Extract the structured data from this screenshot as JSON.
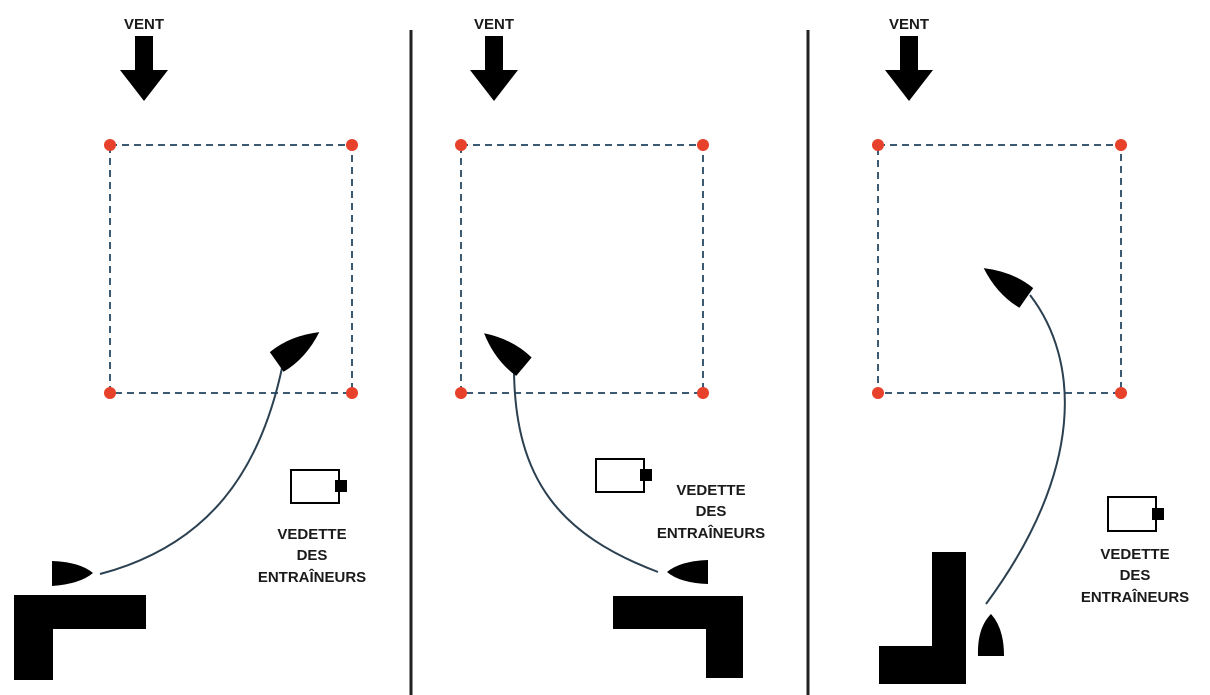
{
  "panels": [
    {
      "id": "left",
      "wind_label": "VENT",
      "coach_boat_label": [
        "VEDETTE",
        "DES",
        "ENTRAÎNEURS"
      ]
    },
    {
      "id": "middle",
      "wind_label": "VENT",
      "coach_boat_label": [
        "VEDETTE",
        "DES",
        "ENTRAÎNEURS"
      ]
    },
    {
      "id": "right",
      "wind_label": "VENT",
      "coach_boat_label": [
        "VEDETTE",
        "DES",
        "ENTRAÎNEURS"
      ]
    }
  ],
  "colors": {
    "mark": "#e8412b",
    "course_line": "#3d5a73",
    "path": "#2b4050",
    "shape": "#000000",
    "divider": "#222222"
  },
  "icons": [
    "wind-arrow-icon",
    "boat-icon",
    "coach-boat-icon",
    "pontoon-icon",
    "buoy-icon"
  ]
}
